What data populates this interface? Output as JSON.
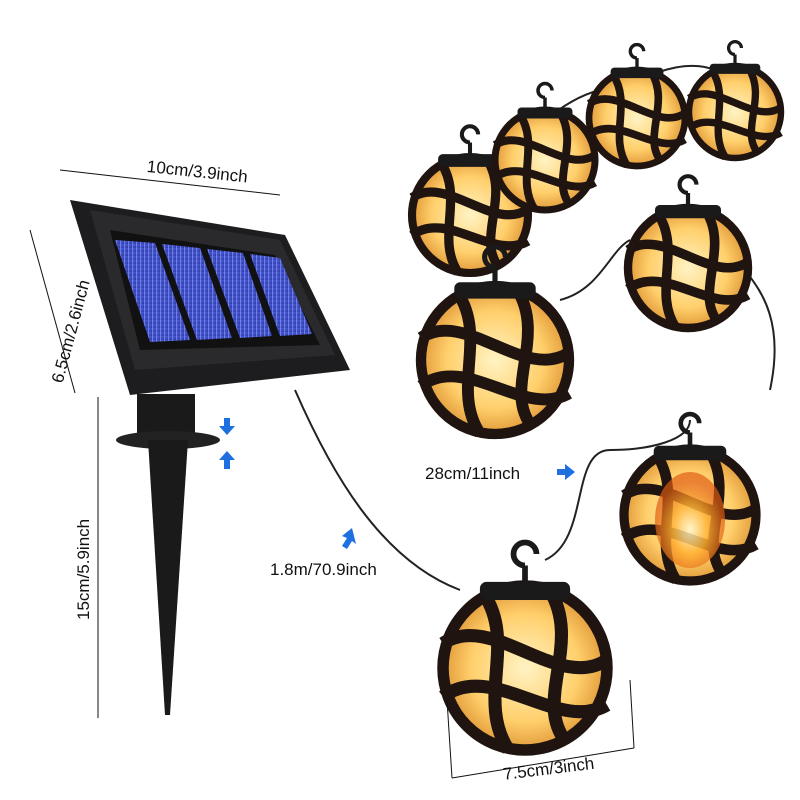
{
  "dimensions": {
    "panel_width": "10cm/3.9inch",
    "panel_height": "6.5cm/2.6inch",
    "stake_length": "15cm/5.9inch",
    "cable_length": "1.8m/70.9inch",
    "lantern_spacing": "28cm/11inch",
    "lantern_diameter": "7.5cm/3inch"
  },
  "colors": {
    "arrow": "#1e6fe0",
    "panel_frame": "#1d1d1f",
    "solar_cell": "#3f50c8",
    "lantern_glow": "#ffcf6b",
    "lantern_shell": "#1f1410"
  }
}
